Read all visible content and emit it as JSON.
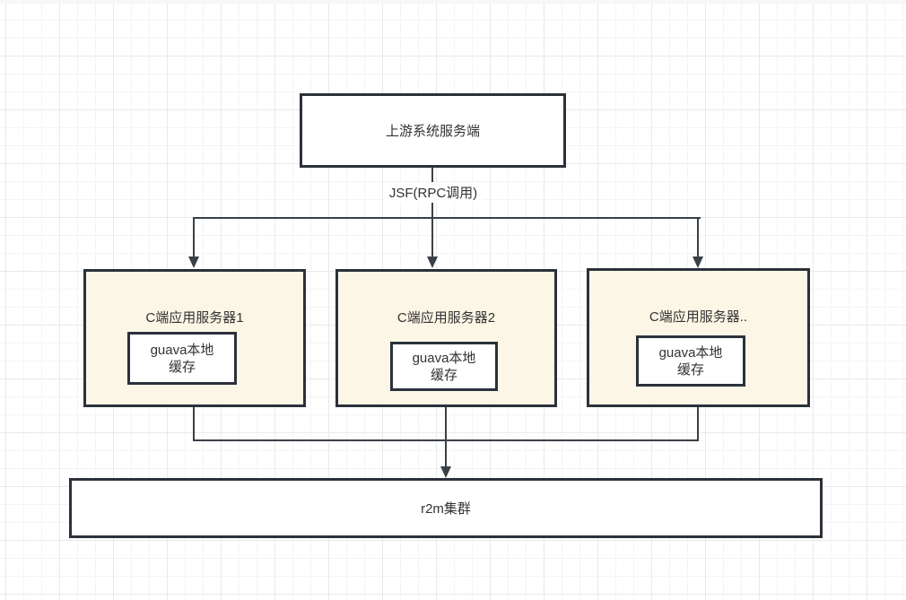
{
  "canvas": {
    "upstream_box": {
      "label": "上游系统服务端"
    },
    "rpc_edge_label": "JSF(RPC调用)",
    "app_servers": [
      {
        "label": "C端应用服务器1",
        "cache": {
          "line1": "guava本地",
          "line2": "缓存"
        }
      },
      {
        "label": "C端应用服务器2",
        "cache": {
          "line1": "guava本地",
          "line2": "缓存"
        }
      },
      {
        "label": "C端应用服务器..",
        "cache": {
          "line1": "guava本地",
          "line2": "缓存"
        }
      }
    ],
    "r2m_box": {
      "label": "r2m集群"
    },
    "colors": {
      "shape_border": "#2b313b",
      "connector": "#3a4048",
      "server_fill": "#fbf6e5",
      "box_fill": "#ffffff",
      "text": "#333333",
      "grid_minor": "#f4f4f4",
      "grid_major": "#e9e9e9"
    }
  }
}
